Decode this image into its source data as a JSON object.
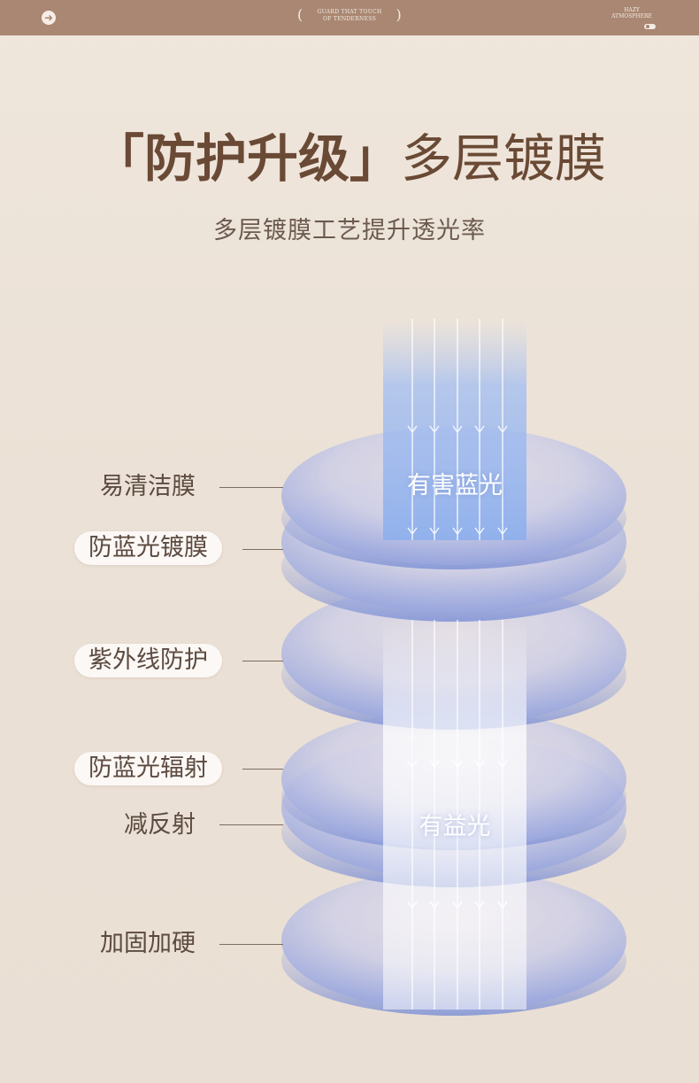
{
  "header": {
    "tagline_line1": "GUARD THAT TOUCH",
    "tagline_line2": "OF TENDERNESS",
    "hazy_line1": "HAZY",
    "hazy_line2": "ATMOSPHERE"
  },
  "title": {
    "bracketed": "「防护升级」",
    "rest": "多层镀膜"
  },
  "subtitle": "多层镀膜工艺提升透光率",
  "beams": {
    "harmful_light": "有害蓝光",
    "beneficial_light": "有益光"
  },
  "layers": [
    {
      "label": "易清洁膜",
      "style": "plain"
    },
    {
      "label": "防蓝光镀膜",
      "style": "pill"
    },
    {
      "label": "紫外线防护",
      "style": "pill"
    },
    {
      "label": "防蓝光辐射",
      "style": "pill"
    },
    {
      "label": "减反射",
      "style": "plain"
    },
    {
      "label": "加固加硬",
      "style": "plain"
    }
  ],
  "colors": {
    "header_bar": "#a98772",
    "title_brown": "#6a4a35",
    "harmful_beam": "#9fb8ee",
    "lens_blue": "#8a9bd8"
  }
}
